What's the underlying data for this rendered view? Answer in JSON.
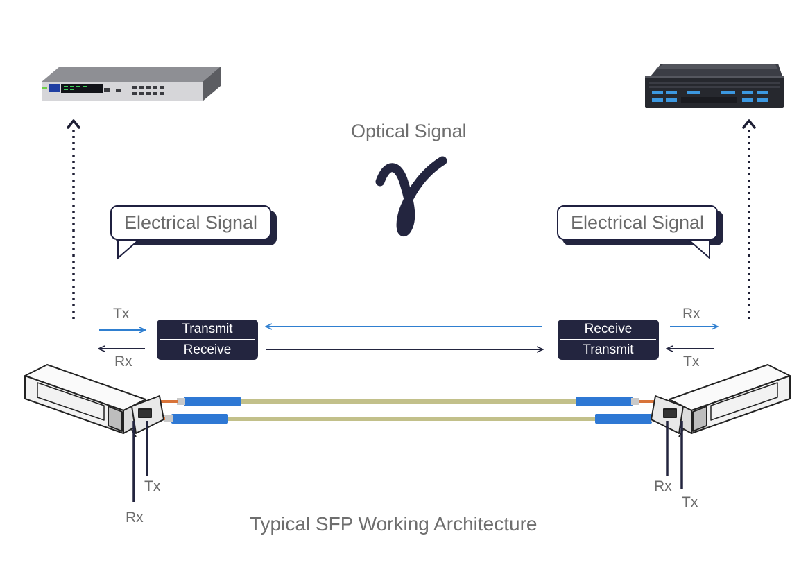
{
  "title": "Typical SFP Working Architecture",
  "optical_signal": {
    "label": "Optical Signal",
    "symbol": "γ"
  },
  "left": {
    "bubble": "Electrical Signal",
    "box": {
      "top": "Transmit",
      "bottom": "Receive"
    },
    "arrow_top": "Tx",
    "arrow_bottom": "Rx",
    "module_lead_front": "Tx",
    "module_lead_back": "Rx"
  },
  "right": {
    "bubble": "Electrical Signal",
    "box": {
      "top": "Receive",
      "bottom": "Transmit"
    },
    "arrow_top": "Rx",
    "arrow_bottom": "Tx",
    "module_lead_front": "Rx",
    "module_lead_back": "Tx"
  },
  "colors": {
    "navy": "#23253f",
    "blue_arrow": "#2f7fd0",
    "fiber": "#c2c08a",
    "jacket": "#2e78d4",
    "copper": "#d8743a"
  }
}
